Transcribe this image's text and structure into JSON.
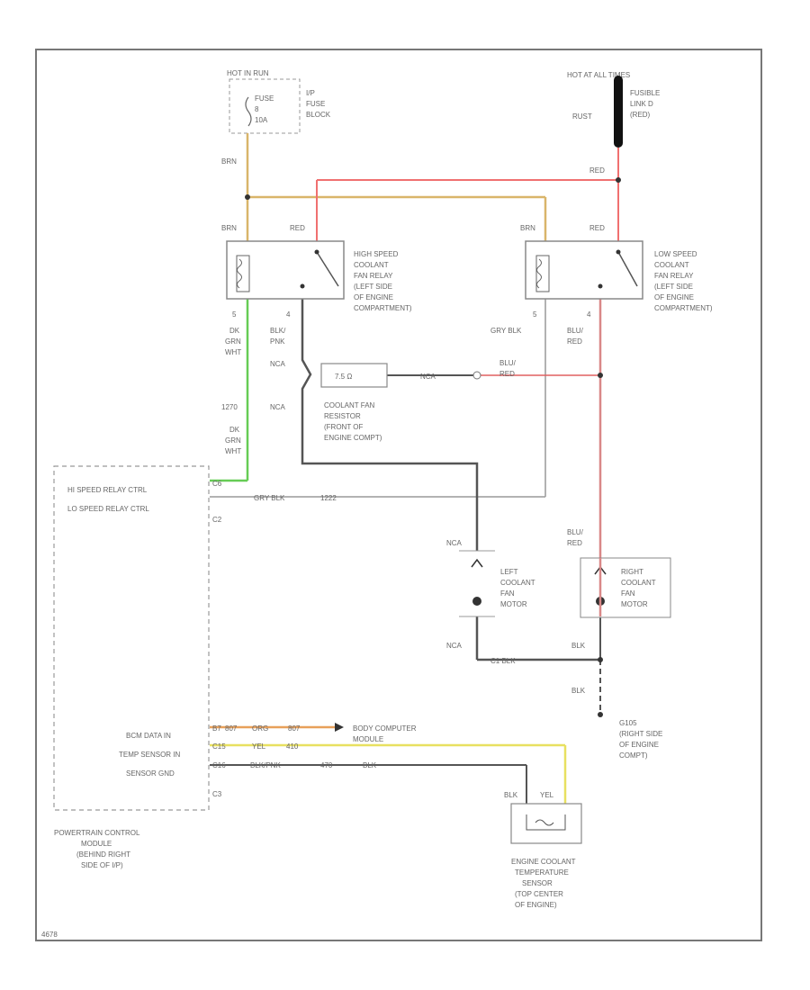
{
  "fuse_block": {
    "hot_label": "HOT IN RUN",
    "fuse_label": "FUSE",
    "fuse_num": "8",
    "fuse_amp": "10A",
    "block_line1": "I/P",
    "block_line2": "FUSE",
    "block_line3": "BLOCK"
  },
  "fusible_link": {
    "hot_label": "HOT AT ALL TIMES",
    "name_line1": "FUSIBLE",
    "name_line2": "LINK D",
    "name_line3": "(RED)",
    "wire": "RUST"
  },
  "wire_labels": {
    "brn_top": "BRN",
    "red_top": "RED",
    "brn_hi": "BRN",
    "red_hi": "RED",
    "brn_lo": "BRN",
    "red_lo": "RED",
    "hi_pin5": "5",
    "hi_pin4": "4",
    "lo_pin5": "5",
    "lo_pin4": "4",
    "dkgrn_1a": "DK",
    "dkgrn_1b": "GRN",
    "dkgrn_1c": "WHT",
    "blk_pnk_a": "BLK/",
    "blk_pnk_b": "PNK",
    "gry_blk": "GRY BLK",
    "blu_red_a": "BLU/",
    "blu_red_b": "RED",
    "nca_1": "NCA",
    "nca_2": "NCA",
    "wire_1270": "1270",
    "dkgrn_2a": "DK",
    "dkgrn_2b": "GRN",
    "dkgrn_2c": "WHT",
    "res_wire": "NCA",
    "blu_red_res_a": "BLU/",
    "blu_red_res_b": "RED",
    "pcm_gry_blk": "GRY BLK",
    "pcm_1222": "1222",
    "nca_left_motor": "NCA",
    "blu_red_right_a": "BLU/",
    "blu_red_right_b": "RED",
    "nca_bottom": "NCA",
    "blk_bottom": "BLK",
    "blk_ground": "BLK",
    "serial_a": "807",
    "serial_b": "ORG",
    "serial_c": "807",
    "temp_a": "YEL",
    "temp_b": "410",
    "gnd_a": "BLK/PNK",
    "gnd_b": "470",
    "gnd_c": "BLK",
    "sensor_blk": "BLK",
    "sensor_yel": "YEL",
    "pcm_pin_hi": "C6",
    "pcm_pin_lo": "C2",
    "pcm_pin_data": "B7",
    "pcm_pin_temp": "C15",
    "pcm_pin_gnd": "C16",
    "bottom_gnd": "C1 BLK"
  },
  "hi_relay": {
    "line1": "HIGH SPEED",
    "line2": "COOLANT",
    "line3": "FAN RELAY",
    "line4": "(LEFT SIDE",
    "line5": "OF ENGINE",
    "line6": "COMPARTMENT)"
  },
  "lo_relay": {
    "line1": "LOW SPEED",
    "line2": "COOLANT",
    "line3": "FAN RELAY",
    "line4": "(LEFT SIDE",
    "line5": "OF ENGINE",
    "line6": "COMPARTMENT)"
  },
  "resistor": {
    "inner": "7.5 Ω",
    "line1": "COOLANT FAN",
    "line2": "RESISTOR",
    "line3": "(FRONT OF",
    "line4": "ENGINE COMPT)"
  },
  "pcm": {
    "hi_ctrl": "HI SPEED RELAY CTRL",
    "lo_ctrl": "LO SPEED RELAY CTRL",
    "data_in": "BCM DATA IN",
    "temp_in": "TEMP SENSOR IN",
    "sensor_gnd": "SENSOR GND",
    "conn": "C3",
    "name_line1": "POWERTRAIN CONTROL",
    "name_line2": "MODULE",
    "name_line3": "(BEHIND RIGHT",
    "name_line4": "SIDE OF I/P)"
  },
  "left_motor": {
    "line1": "LEFT",
    "line2": "COOLANT",
    "line3": "FAN",
    "line4": "MOTOR"
  },
  "right_motor": {
    "line1": "RIGHT",
    "line2": "COOLANT",
    "line3": "FAN",
    "line4": "MOTOR"
  },
  "ground": {
    "line1": "G105",
    "line2": "(RIGHT SIDE",
    "line3": "OF ENGINE",
    "line4": "COMPT)"
  },
  "bcm": {
    "line1": "BODY COMPUTER",
    "line2": "MODULE"
  },
  "sensor": {
    "line1": "ENGINE COOLANT",
    "line2": "TEMPERATURE",
    "line3": "SENSOR",
    "line4": "(TOP CENTER",
    "line5": "OF ENGINE)"
  },
  "footer_code": "4678",
  "colors": {
    "brown_wire": "#d9b56a",
    "red_wire": "#f07070",
    "green_wire": "#66cc55",
    "orange_wire": "#e8a05a",
    "yellow_wire": "#e8e060",
    "dark_wire": "#555555",
    "gray_wire": "#999999"
  }
}
